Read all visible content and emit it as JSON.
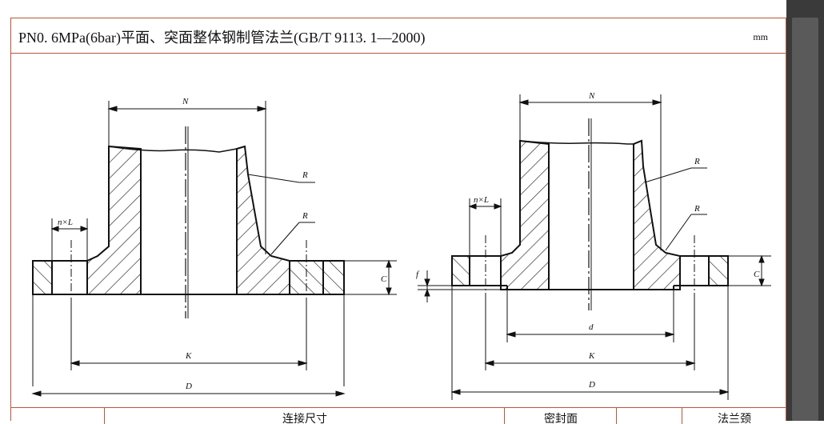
{
  "header": {
    "title": "PN0. 6MPa(6bar)平面、突面整体钢制管法兰(GB/T 9113. 1—2000)",
    "unit": "mm"
  },
  "drawing": {
    "left": {
      "labels": {
        "N": "N",
        "R_top": "R",
        "R_bottom": "R",
        "nL": "n×L",
        "C": "C",
        "K": "K",
        "D": "D"
      }
    },
    "right": {
      "labels": {
        "N": "N",
        "R_top": "R",
        "R_bottom": "R",
        "nL": "n×L",
        "f": "f",
        "C": "C",
        "d": "d",
        "K": "K",
        "D": "D"
      }
    }
  },
  "table": {
    "headers": [
      "连接尺寸",
      "密封面",
      "法兰颈"
    ]
  },
  "colors": {
    "border": "#b5573a",
    "ink": "#111111",
    "hatch": "#222222"
  }
}
